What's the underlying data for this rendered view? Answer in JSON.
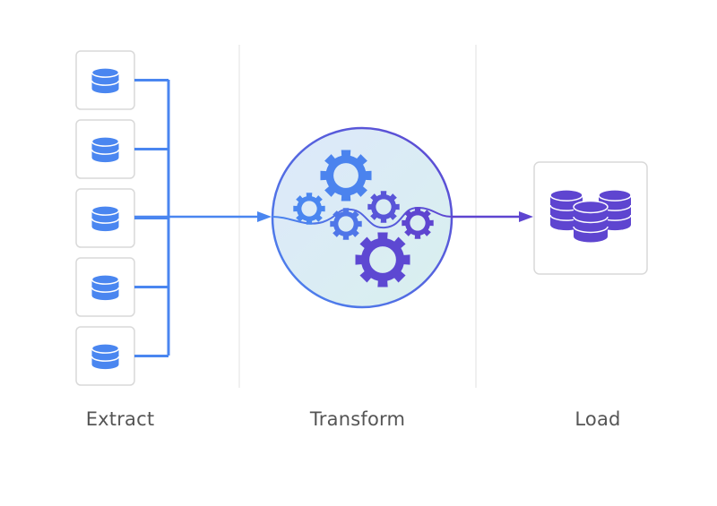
{
  "stages": [
    {
      "key": "extract",
      "label": "Extract"
    },
    {
      "key": "transform",
      "label": "Transform"
    },
    {
      "key": "load",
      "label": "Load"
    }
  ],
  "sources": {
    "count": 5,
    "icon": "database-icon"
  },
  "transform": {
    "icon": "gears-icon",
    "gear_count": 6
  },
  "destination": {
    "icon": "database-cluster-icon"
  },
  "colors": {
    "blue": "#4a86f0",
    "purple": "#5e45d0",
    "box_border": "#d9d9d9",
    "divider": "#ececec",
    "label": "#555555"
  }
}
